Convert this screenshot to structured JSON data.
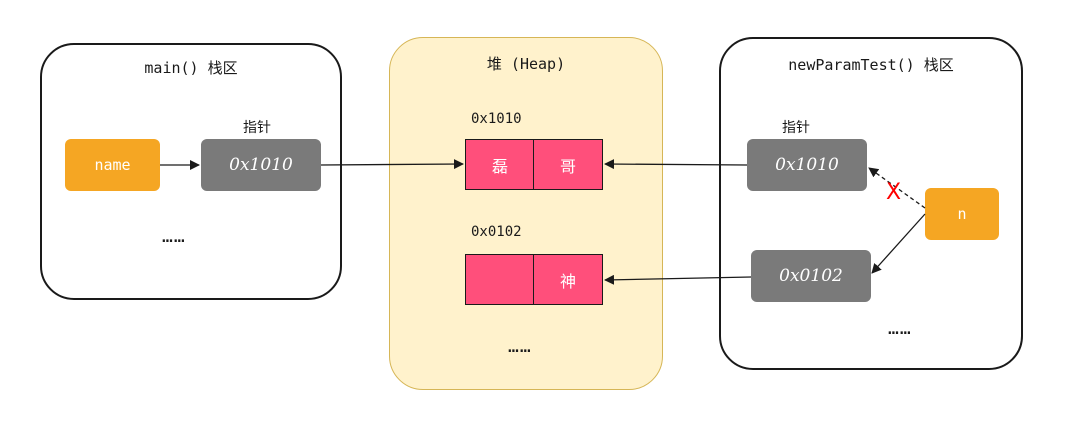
{
  "main_panel": {
    "title": "main() 栈区",
    "pointer_label": "指针",
    "var_name": "name",
    "address": "0x1010",
    "ellipsis": "……"
  },
  "heap_panel": {
    "title": "堆 (Heap)",
    "block1": {
      "address": "0x1010",
      "cells": [
        "磊",
        "哥"
      ]
    },
    "block2": {
      "address": "0x0102",
      "cells": [
        "",
        "神"
      ]
    },
    "ellipsis": "……"
  },
  "func_panel": {
    "title": "newParamTest() 栈区",
    "pointer_label": "指针",
    "address_old": "0x1010",
    "address_new": "0x0102",
    "var_name": "n",
    "cross_mark": "X",
    "ellipsis": "……"
  },
  "colors": {
    "variable": "#f5a623",
    "pointer": "#7a7a7a",
    "heap_cell": "#ff4f7b",
    "heap_bg": "#fff2cc",
    "cross": "#ff0000"
  }
}
